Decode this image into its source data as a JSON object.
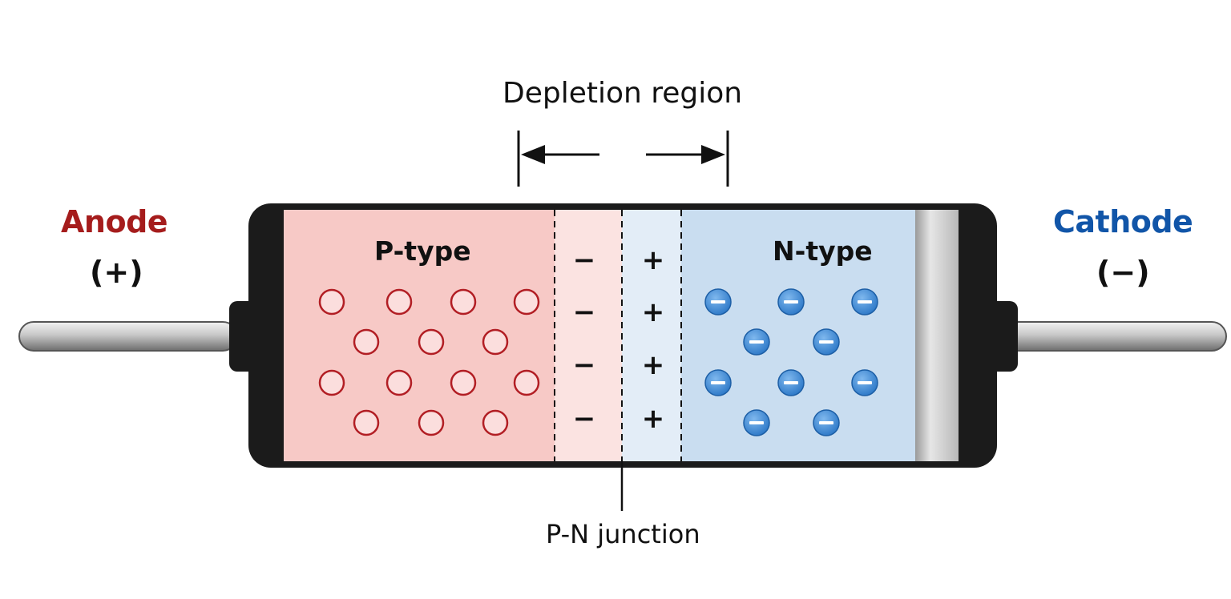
{
  "title": "Depletion region",
  "anode": {
    "name": "Anode",
    "sign": "(+)"
  },
  "cathode": {
    "name": "Cathode",
    "sign": "(−)"
  },
  "p_region": {
    "label": "P-type"
  },
  "n_region": {
    "label": "N-type"
  },
  "junction_label": "P-N junction",
  "depletion_p_side": {
    "signs": [
      "−",
      "−",
      "−",
      "−"
    ]
  },
  "depletion_n_side": {
    "signs": [
      "+",
      "+",
      "+",
      "+"
    ]
  },
  "electron_symbol": "−",
  "colors": {
    "anode": "#a51c1c",
    "cathode": "#1155a8",
    "p_fill": "#f7c9c6",
    "n_fill": "#c9ddf0",
    "depletion_p": "#fbe3e1",
    "depletion_n": "#e3edf7",
    "hole_stroke": "#b21e24",
    "electron_fill": "#3f8fda",
    "body": "#1b1b1b"
  },
  "icons": {
    "hole": "hole-circle-icon",
    "electron": "electron-minus-icon",
    "arrow_left": "arrow-left-icon",
    "arrow_right": "arrow-right-icon"
  }
}
